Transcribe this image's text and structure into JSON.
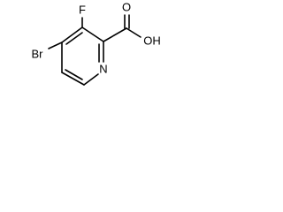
{
  "molecule": {
    "atoms": {
      "fluorine": "F",
      "bromine": "Br",
      "ring_nitrogen": "N",
      "carbonyl_oxygen": "O",
      "hydroxyl": "OH"
    }
  }
}
